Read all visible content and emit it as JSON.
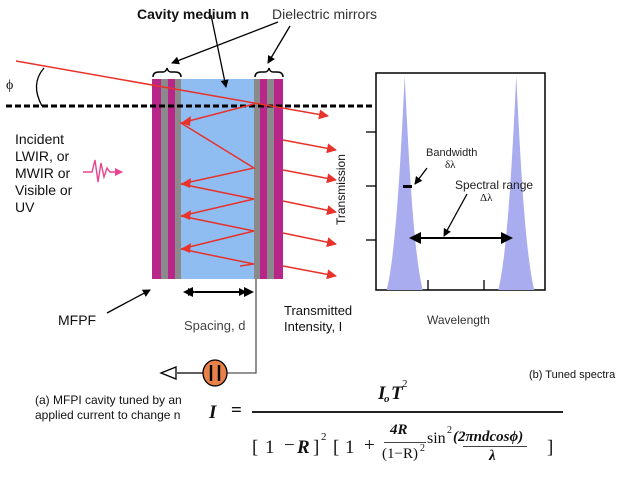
{
  "labels": {
    "cavity_medium": "Cavity medium n",
    "dielectric_mirrors": "Dielectric mirrors",
    "phi": "ϕ",
    "incident": [
      "Incident",
      "LWIR, or",
      "MWIR or",
      "Visible or",
      "UV"
    ],
    "transmission": "Transmission",
    "mfpf": "MFPF",
    "spacing": "Spacing, d",
    "transmitted": [
      "Transmitted",
      "Intensity, I"
    ],
    "wavelength": "Wavelength",
    "bandwidth": "Bandwidth",
    "bandwidth_symbol": "δλ",
    "spectral_range": "Spectral range",
    "spectral_range_symbol": "Δλ",
    "caption_a": [
      "(a) MFPI cavity tuned by an",
      "applied current to change n"
    ],
    "caption_b": "(b) Tuned spectra"
  },
  "equation": {
    "lhs": "I",
    "equals": "=",
    "numerator_I": "I",
    "numerator_sub": "o",
    "numerator_T": "T",
    "numerator_exp": "2",
    "den_open1": "[",
    "den_one1": "1",
    "den_minus": "−",
    "den_R": "R",
    "den_close1": "]",
    "den_exp1": "2",
    "den_open2": "[",
    "den_one2": "1",
    "den_plus": "+",
    "frac_num": "4R",
    "frac_den": "(1−R)",
    "frac_den_exp": "2",
    "sin": "sin",
    "sin_exp": "2",
    "arg_num": "(2πndcosϕ)",
    "arg_den": "λ",
    "den_close2": "]"
  },
  "colors": {
    "mirror_magenta": "#b8268a",
    "mirror_gray": "#8a8a8a",
    "cavity_blue": "#8fbdf2",
    "ray_red": "#e8322a",
    "signal_pink": "#e8458f",
    "peak_fill": "#a9acee",
    "current_source": "#e8804a"
  },
  "chart_data": {
    "type": "area",
    "title": "(b) Tuned spectra",
    "xlabel": "Wavelength",
    "ylabel": "Transmission",
    "peaks": [
      {
        "name": "peak-1",
        "center": 0.17,
        "height": 1.0
      },
      {
        "name": "peak-2",
        "center": 0.83,
        "height": 1.0
      }
    ],
    "annotations": [
      "Bandwidth δλ",
      "Spectral range Δλ"
    ],
    "y_ticks": 3,
    "x_ticks": 2
  }
}
